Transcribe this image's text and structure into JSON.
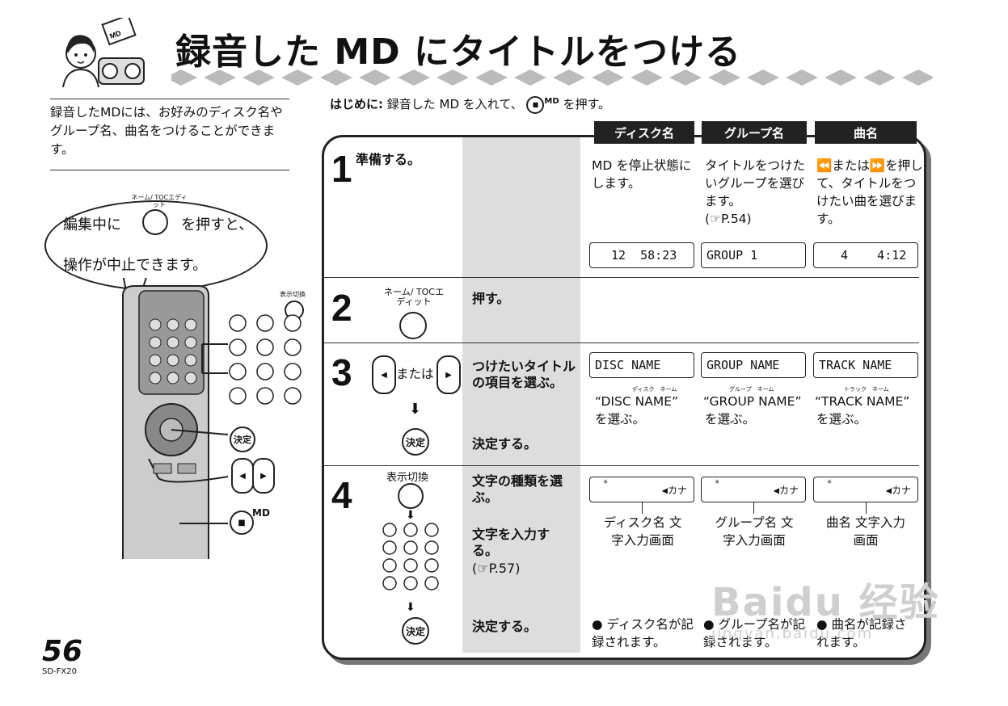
{
  "title": "録音した MD にタイトルをつける",
  "intro": "録音したMDには、お好みのディスク名やグループ名、曲名をつけることができます。",
  "bubble": {
    "line1_prefix": "編集中に",
    "line1_suffix": "を押すと、",
    "line2": "操作が中止できます。",
    "button_label": "ネーム/ TOCエディット"
  },
  "note": {
    "prefix": "はじめに:",
    "text": "録音した MD を入れて、",
    "md": "MD",
    "suffix": "を押す。"
  },
  "headers": [
    "ディスク名",
    "グループ名",
    "曲名"
  ],
  "steps": {
    "s1": {
      "no": "1",
      "title": "準備する。",
      "disc": "MD を停止状態にします。",
      "group": "タイトルをつけたいグループを選びます。",
      "group_ref": "P.54)",
      "track_pre": "または",
      "track_post": "を押して、タイトルをつけたい曲を選びます。",
      "lcd_disc": "12  58:23",
      "lcd_group": "GROUP 1",
      "lcd_track": " 4    4:12"
    },
    "s2": {
      "no": "2",
      "button_label": "ネーム/ TOCエディット",
      "title": "押す。"
    },
    "s3": {
      "no": "3",
      "or": "または",
      "title": "つけたいタイトルの項目を選ぶ。",
      "lcd_disc": "DISC NAME",
      "lcd_group": "GROUP NAME",
      "lcd_track": "TRACK NAME",
      "ruby_disc": "ディスク　ネーム",
      "ruby_group": "グループ　ネーム",
      "ruby_track": "トラック　ネーム",
      "sel_disc": "“DISC NAME”",
      "sel_group": "“GROUP NAME”",
      "sel_track": "“TRACK NAME”",
      "sel_suffix": "を選ぶ。",
      "enter_label": "決定",
      "title2": "決定する。"
    },
    "s4": {
      "no": "4",
      "display_label": "表示切換",
      "title": "文字の種類を選ぶ。",
      "kana": "◀カナ",
      "cap_disc": "ディスク名 文字入力画面",
      "cap_group": "グループ名 文字入力画面",
      "cap_track": "曲名 文字入力画面",
      "title2": "文字を入力する。",
      "ref2": "P.57)",
      "enter_label": "決定",
      "title3": "決定する。",
      "rec_disc": "● ディスク名が記録されます。",
      "rec_group": "● グループ名が記録されます。",
      "rec_track": "● 曲名が記録されます。"
    }
  },
  "remote_callouts": {
    "display": "表示切換",
    "enter": "決定",
    "md": "MD"
  },
  "page_number": "56",
  "model": "SD-FX20",
  "watermark": "Baidu 经验",
  "watermark_url": "jingyan.baidu.com"
}
